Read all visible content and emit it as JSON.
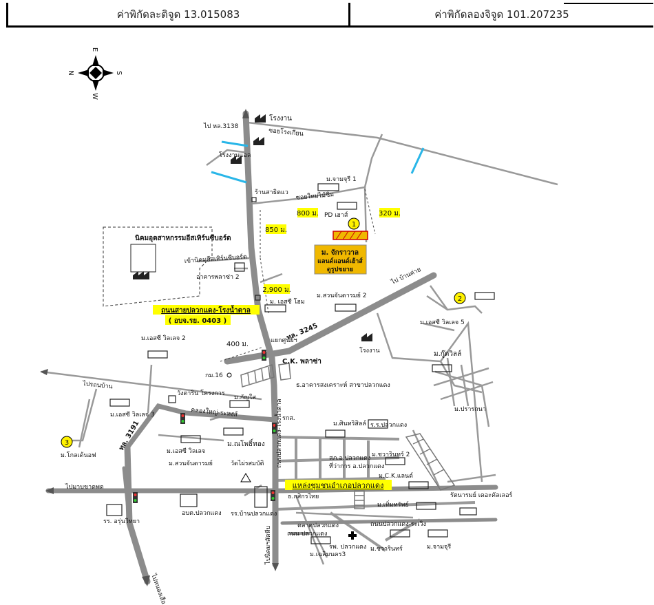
{
  "coords": {
    "lat_label": "ค่าพิกัดละติจูด 13.015083",
    "lng_label": "ค่าพิกัดลองจิจูด 101.207235"
  },
  "compass": {
    "n": "N",
    "s": "S",
    "e": "E",
    "w": "W"
  },
  "colors": {
    "road": "#8c8c8c",
    "highlight": "#ffff00",
    "project_fill": "#f0b800",
    "project_text": "#e01010",
    "bridge": "#29b6e8",
    "marker": "#fff200"
  },
  "labels": {
    "factory_top": "โรงงาน",
    "to_route3138": "ไป หล.3138",
    "soi_factory": "ซอยโรงเกียน",
    "factory_left": "โรงงานแอล",
    "shop_sanitwa": "ร้านสาธิตแว",
    "soi_yaihisil": "ซอยใหม่ไม้ซิ่ม",
    "village_chamchuri1": "ม.จามจุรี 1",
    "pd_house": "PD เฮาส์",
    "industrial_estate": "นิคมอุตสาหกรรมอีสเทิร์นซีบอร์ด",
    "soi_estate": "เข้านิคมอีสเทิร์นซีบอร์ด",
    "plaza2": "อาคารพลาซ่า 2",
    "sc_dome": "ม. เอสซี โฮม",
    "suan_chan2": "ม.สวนจันดารมย์ 2",
    "main_road": "ถนนสายปลวกแดง-โรงน้ำตาล",
    "main_road_code": "( อบจ.รย. 0403 )",
    "route3245": "ทล. 3245",
    "to_bankhai": "ไป บ้านค่าย",
    "sc_villa5": "ม.เอสซี วิลเลจ 5",
    "factory_right": "โรงงาน",
    "kuu_villa": "ม.กู๊ดวิลล์",
    "praptana": "ม.ปรารถนา",
    "sc_villa2": "ม.เอสซี วิลเลจ 2",
    "intersection_rai": "แยกศูนย์ฯ",
    "ck_plaza": "C.K. พลาซ่า",
    "km16": "กม.16",
    "wang_tarin": "วังตาริน โครงการ",
    "bank_ttb": "ธ.อาคารสงเคราะห์ สาขาปลวกแดง",
    "sc_villa3": "ม.เอสซี วิลเลจ 3",
    "gold_view": "ม.โกลเด้นอฟ",
    "to_rayong": "ไปรถนบ้าน",
    "klong_yai": "คลองใหญ่-ระหงส์",
    "kamphinai": "ม.กัญใส",
    "mr_ponthong": "ม.ณโพธิ์ทอง",
    "school": "รกส.",
    "sinsiri": "ม.ศินทริสิลล์",
    "hospital_pd": "ร.ร.ปลวกแดง",
    "sc_villa": "ม.เอสซี วิลเลจ",
    "suanchan": "ม.สวนจันดารมย์",
    "wat_pai": "วัดไผ่รสมบัติ",
    "branch_pd": "สภ.อ.ปลวกแดง",
    "district_office": "ที่ว่าการ อ.ปลวกแดง",
    "charin2": "ม.ชวารินทร์ 2",
    "mck_land": "ม.C.K.แลนด์",
    "route3191": "ทล. 3191",
    "community": "แหล่งชุมชนอำเภอปลวกแดง",
    "to_bangsaphan": "ไปมาบขาดพด",
    "dlo_pd": "อบต.ปลวกแดง",
    "dorm_school": "รร.บ้านปลวกแดง",
    "bank_tbank": "ธ.กสิกรไทย",
    "tempsuk": "ม.เทิ่มทรัพย์",
    "nanthani": "รัตนารมย์ เดอะคัลเลอร์",
    "aruna_school": "รร. อรุ่นวิทยา",
    "market": "ตลาดปลวกแดง",
    "pd_road": "ถนน ปลวกแดง",
    "pluak_rd": "ถนนปลวกแดง-ระเวิง",
    "hospital": "รพ. ปลวกแดง",
    "pramukh3": "ม.เฉลิมนคร3",
    "charin": "ม.ชวารินทร์",
    "chamchuri": "ม.จามจุรี",
    "to_sattahip": "ไปนิคมฯสัตหีบ",
    "to_nong": "ไปหนองเสือ",
    "road_pluak_south": "ถนนปลวกแดง-โรงน้ำตาล"
  },
  "distances": {
    "d800": "800 ม.",
    "d320": "320 ม.",
    "d850": "850 ม.",
    "d2900": "2,900 ม.",
    "d400": "400 ม."
  },
  "project": {
    "line1": "ม. จักราวาล",
    "line2": "แลนด์แอนด์เฮ้าส์",
    "line3": "ดูรูปขยาย"
  },
  "markers": [
    "1",
    "2",
    "3"
  ]
}
